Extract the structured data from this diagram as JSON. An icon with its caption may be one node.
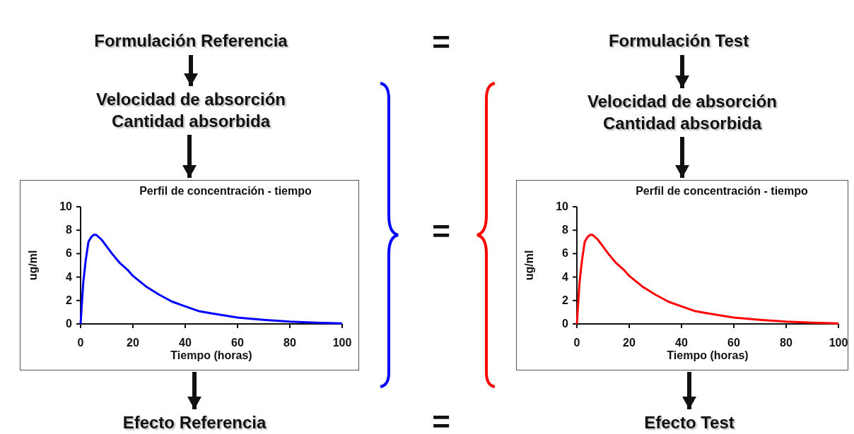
{
  "diagram": {
    "nodes": [
      {
        "text": [
          "Formulación Referencia"
        ]
      },
      {
        "text": [
          "Velocidad de absorción",
          "Cantidad absorbida"
        ]
      },
      {
        "text": [],
        "shape": "box"
      },
      {
        "text": [
          "Efecto Referencia"
        ]
      },
      {
        "text": [
          "Formulación Test"
        ]
      },
      {
        "text": [
          "Velocidad de absorción",
          "Cantidad absorbida"
        ]
      },
      {
        "text": [],
        "shape": "box"
      },
      {
        "text": [
          "Efecto Test"
        ]
      }
    ],
    "edges": [
      {
        "from": 0,
        "to": 1,
        "arrow": "to"
      },
      {
        "from": 1,
        "to": 2,
        "arrow": "to"
      },
      {
        "from": 2,
        "to": 3,
        "arrow": "to"
      },
      {
        "from": 4,
        "to": 5,
        "arrow": "to"
      },
      {
        "from": 5,
        "to": 6,
        "arrow": "to"
      },
      {
        "from": 6,
        "to": 7,
        "arrow": "to"
      }
    ],
    "labels": [
      "=",
      "=",
      "="
    ],
    "chart_data": [
      {
        "type": "line",
        "title": "Perfil de concentración - tiempo",
        "xlabel": "Tiempo (horas)",
        "ylabel": "ug/ml",
        "x": [
          0,
          1,
          2,
          3,
          4,
          5,
          6,
          8,
          10,
          12,
          15,
          18,
          20,
          25,
          30,
          35,
          40,
          45,
          50,
          60,
          70,
          80,
          90,
          100
        ],
        "series": [
          {
            "color": "#0000ff",
            "values": [
              0,
              3.5,
              5.5,
              7,
              7.4,
              7.6,
              7.6,
              7.2,
              6.6,
              6.0,
              5.2,
              4.6,
              4.1,
              3.2,
              2.5,
              1.9,
              1.5,
              1.1,
              0.9,
              0.55,
              0.35,
              0.2,
              0.1,
              0.05
            ]
          }
        ],
        "xlim": [
          0,
          100
        ],
        "ylim": [
          0,
          10
        ],
        "xticks": [
          0,
          20,
          40,
          60,
          80,
          100
        ],
        "yticks": [
          0,
          2,
          4,
          6,
          8,
          10
        ]
      },
      {
        "type": "line",
        "title": "Perfil de concentración - tiempo",
        "xlabel": "Tiempo (horas)",
        "ylabel": "ug/ml",
        "x": [
          0,
          1,
          2,
          3,
          4,
          5,
          6,
          8,
          10,
          12,
          15,
          18,
          20,
          25,
          30,
          35,
          40,
          45,
          50,
          60,
          70,
          80,
          90,
          100
        ],
        "series": [
          {
            "color": "#ff0000",
            "values": [
              0,
              3.5,
              5.5,
              7,
              7.4,
              7.6,
              7.6,
              7.2,
              6.6,
              6.0,
              5.2,
              4.6,
              4.1,
              3.2,
              2.5,
              1.9,
              1.5,
              1.1,
              0.9,
              0.55,
              0.35,
              0.2,
              0.1,
              0.05
            ]
          }
        ],
        "xlim": [
          0,
          100
        ],
        "ylim": [
          0,
          10
        ],
        "xticks": [
          0,
          20,
          40,
          60,
          80,
          100
        ],
        "yticks": [
          0,
          2,
          4,
          6,
          8,
          10
        ]
      }
    ]
  }
}
